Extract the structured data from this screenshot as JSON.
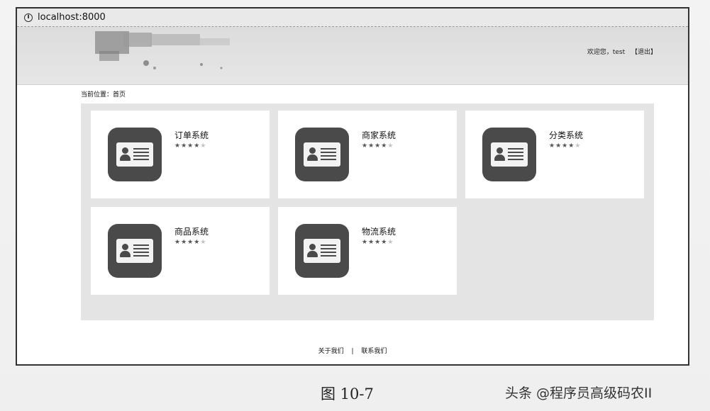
{
  "browser": {
    "url": "localhost:8000"
  },
  "header": {
    "welcome": "欢迎您，test",
    "logout": "【退出】"
  },
  "breadcrumb": "当前位置：首页",
  "cards": [
    {
      "name": "订单系统",
      "rating": 4,
      "max": 5
    },
    {
      "name": "商家系统",
      "rating": 4,
      "max": 5
    },
    {
      "name": "分类系统",
      "rating": 4,
      "max": 5
    },
    {
      "name": "商品系统",
      "rating": 4,
      "max": 5
    },
    {
      "name": "物流系统",
      "rating": 4,
      "max": 5
    }
  ],
  "footer": {
    "about": "关于我们",
    "separator": "|",
    "contact": "联系我们"
  },
  "caption": "图 10-7",
  "watermark": "头条 @程序员高级码农II",
  "colors": {
    "icon_bg": "#4a4a4a",
    "panel_bg": "#e4e4e4",
    "header_bg": "#dcdcdc"
  }
}
